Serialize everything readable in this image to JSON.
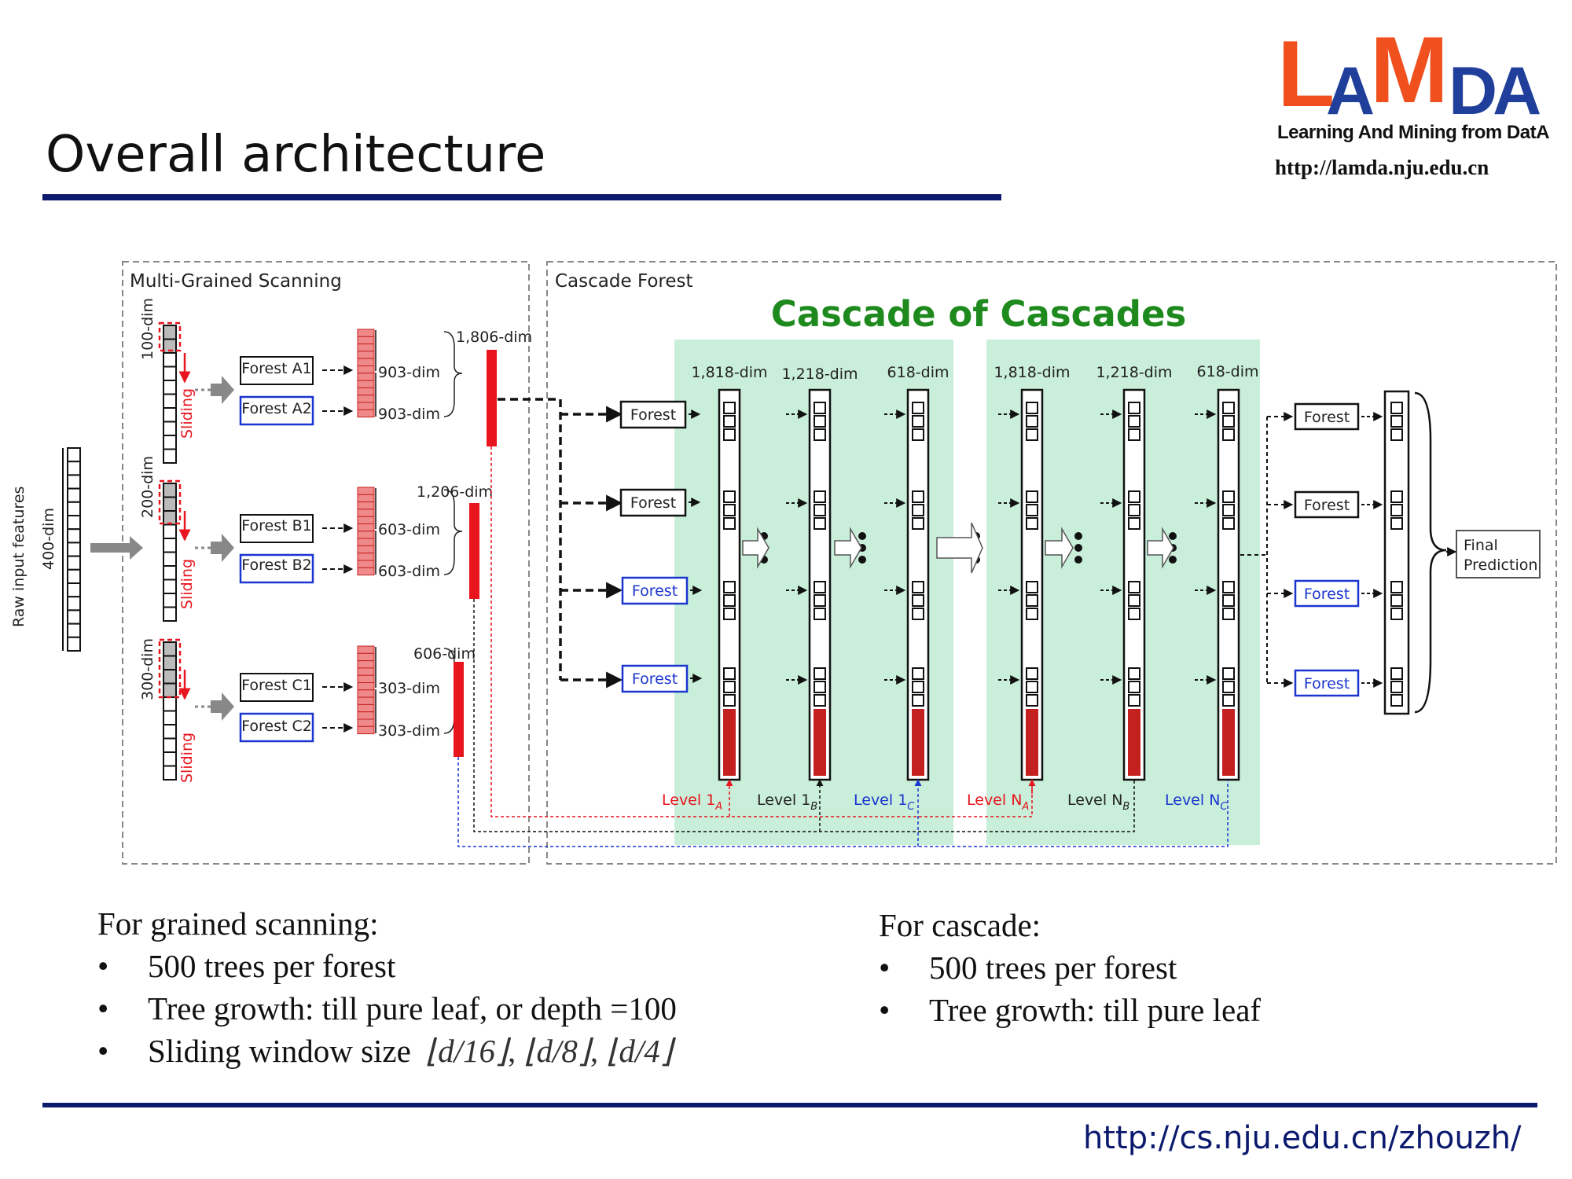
{
  "slide": {
    "title": "Overall architecture",
    "footer_url": "http://cs.nju.edu.cn/zhouzh/"
  },
  "logo": {
    "wordmark": "LAMDA",
    "subtitle": "Learning And Mining from DatA",
    "url": "http://lamda.nju.edu.cn",
    "colors": {
      "orange": "#f0501e",
      "blue": "#1f3f9a"
    }
  },
  "diagram": {
    "raw_input_label": "Raw input features",
    "raw_dim": "400-dim",
    "mgs": {
      "panel_title": "Multi-Grained Scanning",
      "sliding_label": "Sliding",
      "rows": [
        {
          "window": "100-dim",
          "forest_a": "Forest A1",
          "forest_b": "Forest A2",
          "dim_a": "903-dim",
          "dim_b": "903-dim",
          "concat": "1,806-dim"
        },
        {
          "window": "200-dim",
          "forest_a": "Forest B1",
          "forest_b": "Forest B2",
          "dim_a": "603-dim",
          "dim_b": "603-dim",
          "concat": "1,206-dim"
        },
        {
          "window": "300-dim",
          "forest_a": "Forest C1",
          "forest_b": "Forest C2",
          "dim_a": "303-dim",
          "dim_b": "303-dim",
          "concat": "606-dim"
        }
      ]
    },
    "cascade": {
      "panel_title": "Cascade Forest",
      "headline": "Cascade of Cascades",
      "forest_label": "Forest",
      "level_dims": [
        "1,818-dim",
        "1,218-dim",
        "618-dim",
        "1,818-dim",
        "1,218-dim",
        "618-dim"
      ],
      "level_labels": [
        {
          "main": "Level 1",
          "sub": "A"
        },
        {
          "main": "Level 1",
          "sub": "B"
        },
        {
          "main": "Level 1",
          "sub": "C"
        },
        {
          "main": "Level N",
          "sub": "A"
        },
        {
          "main": "Level N",
          "sub": "B"
        },
        {
          "main": "Level N",
          "sub": "C"
        }
      ],
      "final_line1": "Final",
      "final_line2": "Prediction"
    },
    "colors": {
      "red": "#e8141e",
      "blue": "#1a35d0",
      "green_bg": "#c9eed9",
      "green_text": "#1e8a1e",
      "pink": "#f08a8a",
      "darkred": "#c42020",
      "panel_border": "#888888"
    }
  },
  "notes": {
    "scanning": {
      "heading": "For grained scanning:",
      "bullets": [
        "500 trees per forest",
        "Tree growth: till pure leaf, or depth =100"
      ],
      "window_label": "Sliding window size",
      "window_sizes": [
        "⌊d/16⌋",
        "⌊d/8⌋",
        "⌊d/4⌋"
      ]
    },
    "cascade": {
      "heading": "For cascade:",
      "bullets": [
        "500 trees per forest",
        "Tree growth: till pure leaf"
      ]
    },
    "bullet_glyph": "•"
  }
}
